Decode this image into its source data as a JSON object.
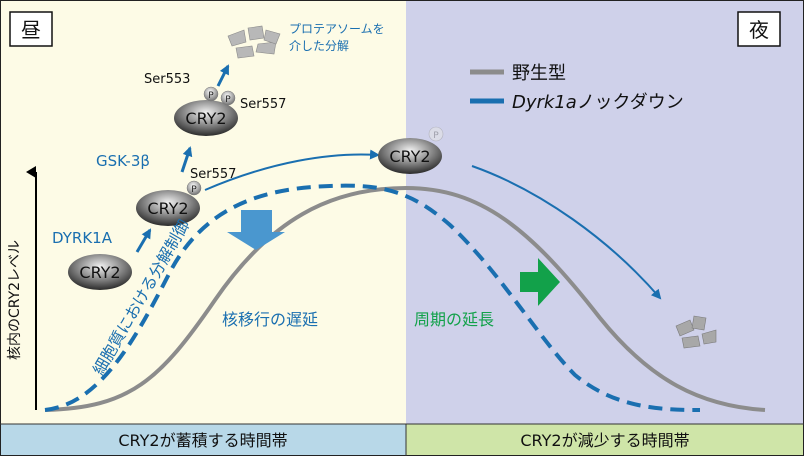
{
  "panels": {
    "day_label": "昼",
    "night_label": "夜",
    "day_bar": "CRY2が蓄積する時間帯",
    "night_bar": "CRY2が減少する時間帯"
  },
  "y_axis_label": "核内のCRY2レベル",
  "legend": {
    "wild_type": "野生型",
    "knockdown_italic": "Dyrk1a",
    "knockdown_rest": "ノックダウン"
  },
  "proteins": {
    "cry2": "CRY2",
    "p": "P"
  },
  "kinases": {
    "dyrk1a": "DYRK1A",
    "gsk3b": "GSK-3β"
  },
  "sites": {
    "ser557": "Ser557",
    "ser553": "Ser553"
  },
  "proteasome": {
    "line1": "プロテアソームを",
    "line2": "介した分解"
  },
  "annotations": {
    "cytoplasm_degradation": "細胞質における分解制御",
    "nuclear_delay": "核移行の遅延",
    "period_extension": "周期の延長"
  },
  "colors": {
    "day_bg": "#fdfbe6",
    "night_bg": "#cfd1ea",
    "day_bar_bg": "#b8d8e8",
    "night_bar_bg": "#cfe5a8",
    "accent_blue": "#1a6fb0",
    "wild_type_gray": "#8c8c8c",
    "green": "#12a14a"
  }
}
